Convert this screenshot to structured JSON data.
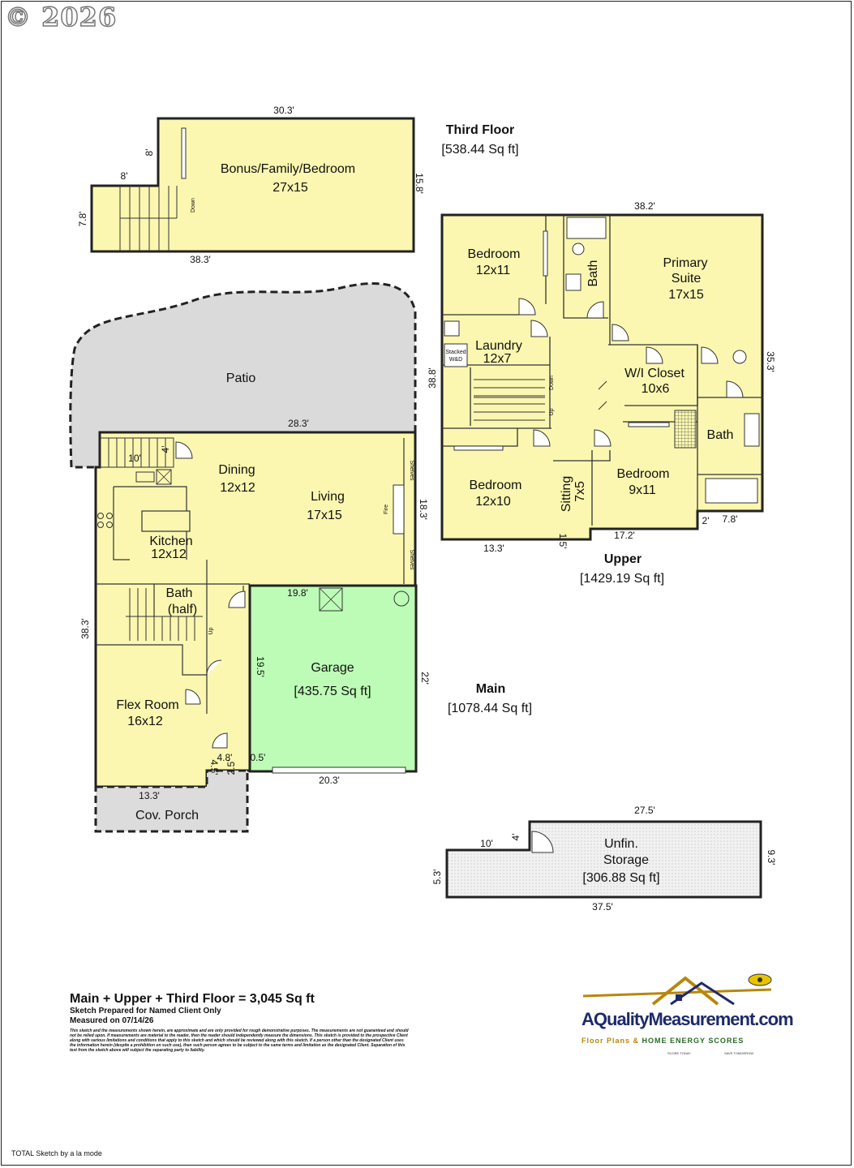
{
  "watermark": "© 2026",
  "third_floor": {
    "title": "Third Floor",
    "area": "[538.44 Sq ft]",
    "rooms": {
      "bonus_name": "Bonus/Family/Bedroom",
      "bonus_size": "27x15"
    },
    "dims": {
      "top": "30.3'",
      "bottom": "38.3'",
      "right": "15.8'",
      "left": "7.8'",
      "step_h": "8'",
      "step_w": "8'"
    },
    "stair_label": "Down"
  },
  "upper": {
    "title": "Upper",
    "area": "[1429.19 Sq ft]",
    "rooms": {
      "bed1_name": "Bedroom",
      "bed1_size": "12x11",
      "bath1": "Bath",
      "primary_name_1": "Primary",
      "primary_name_2": "Suite",
      "primary_size": "17x15",
      "laundry_name": "Laundry",
      "laundry_size": "12x7",
      "stacked": "Stacked",
      "wd": "W&D",
      "closet_name": "W/I Closet",
      "closet_size": "10x6",
      "bath2": "Bath",
      "bed2_name": "Bedroom",
      "bed2_size": "12x10",
      "sitting_name": "Sitting",
      "sitting_size": "7x5",
      "bed3_name": "Bedroom",
      "bed3_size": "9x11"
    },
    "stair_down": "Down",
    "stair_up": "Up",
    "dims": {
      "top": "38.2'",
      "left": "38.8'",
      "right": "35.3'",
      "bottom_left": "13.3'",
      "jog": "1.5'",
      "bottom_mid": "17.2'",
      "notch": "2'",
      "bottom_right": "7.8'"
    }
  },
  "main": {
    "title": "Main",
    "area": "[1078.44 Sq ft]",
    "rooms": {
      "patio": "Patio",
      "dining_name": "Dining",
      "dining_size": "12x12",
      "living_name": "Living",
      "living_size": "17x15",
      "kitchen_name": "Kitchen",
      "kitchen_size": "12x12",
      "halfbath_1": "Bath",
      "halfbath_2": "(half)",
      "garage_name": "Garage",
      "garage_area": "[435.75 Sq ft]",
      "flex_name": "Flex Room",
      "flex_size": "16x12",
      "porch": "Cov. Porch",
      "shelves": "Shelves",
      "fire": "Fire"
    },
    "stair_up": "Up",
    "dims": {
      "top": "28.3'",
      "patio_step_w": "10'",
      "patio_step_h": "4'",
      "right": "18.3'",
      "left": "38.3'",
      "garage_top": "19.8'",
      "garage_left": "19.5'",
      "garage_right": "22'",
      "garage_bottom": "20.3'",
      "garage_jog": "0.5'",
      "entry_w": "4.8'",
      "entry_h": "4.5'",
      "entry_h2": "2.5'",
      "flex_bottom": "13.3'"
    }
  },
  "storage": {
    "name_1": "Unfin.",
    "name_2": "Storage",
    "area": "[306.88 Sq ft]",
    "dims": {
      "top": "27.5'",
      "bottom": "37.5'",
      "left": "5.3'",
      "right": "9.3'",
      "step_w": "10'",
      "step_h": "4'"
    }
  },
  "footer": {
    "total": "Main + Upper + Third Floor = 3,045 Sq ft",
    "prepared": "Sketch Prepared for Named Client Only",
    "measured": "Measured on 07/14/26",
    "disclaimer": "This sketch and the measurements shown herein, are approximate and are only provided for rough demonstrative purposes. The measurements are not guaranteed and should not be relied upon. If measurements are material to the reader, then the reader should independently measure the dimensions. This sketch is provided to the prospective Client along with various limitations and conditions that apply to this sketch and which should be reviewed along with this sketch. If a person other than the designated Client uses the information herein (despite a prohibition on such use), then such person agrees to be subject to the same terms and limitation as the designated Client. Separation of this text from the sketch above will subject the separating party to liability.",
    "credit": "TOTAL Sketch by a la mode"
  },
  "logo": {
    "name": "AQualityMeasurement.com",
    "tagline_1": "Floor Plans &",
    "tagline_2": "HOME ENERGY SCORES",
    "sub_1": "SCORE TODAY",
    "sub_2": "SAVE TOMORROW"
  },
  "colors": {
    "room": "#fbf7b0",
    "garage": "#bdfcb6",
    "patio": "#dadada",
    "porch": "#dcdcdc",
    "storage": "#f1f1f1",
    "wall": "#222222",
    "brand": "#1d2a6b",
    "gold": "#b8860b"
  }
}
